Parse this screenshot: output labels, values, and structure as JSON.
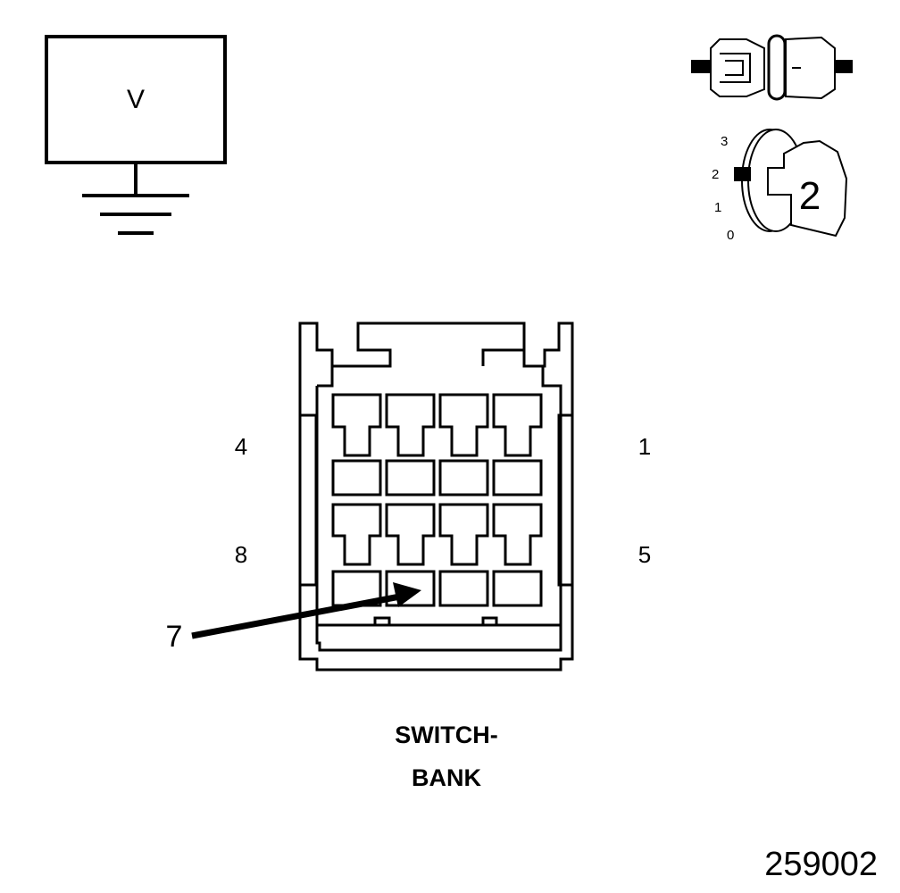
{
  "meter": {
    "symbol": "V"
  },
  "ignition_key": {
    "positions": [
      "3",
      "2",
      "1",
      "0"
    ],
    "selected_position": "2",
    "key_label": "2"
  },
  "connector": {
    "pin_labels": {
      "top_left": "4",
      "top_right": "1",
      "bottom_left": "8",
      "bottom_right": "5"
    },
    "probe_pin": "7",
    "title_line1": "SWITCH-",
    "title_line2": "BANK"
  },
  "figure_id": "259002",
  "colors": {
    "ink": "#000000",
    "paper": "#ffffff"
  }
}
